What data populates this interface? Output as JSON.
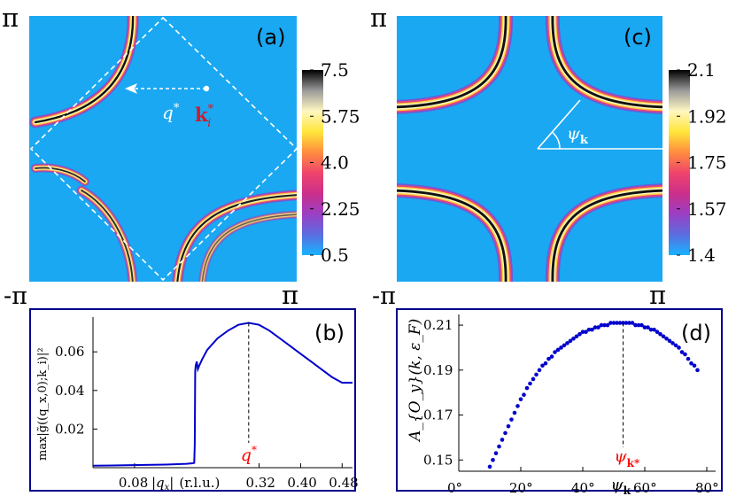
{
  "colors": {
    "map_background": "#1aa8f2",
    "panel_frame": "#00008b",
    "curve": "#0000cd",
    "highlight_red": "#ff0000",
    "colormap": [
      "#15b4ff",
      "#5b6de0",
      "#9b3fc4",
      "#cc2f8a",
      "#f0446c",
      "#ff8d3e",
      "#ffe63a",
      "#fff7c0",
      "#9a9a9a",
      "#000000"
    ]
  },
  "corner_labels": {
    "pi": "π",
    "neg_pi": "-π"
  },
  "chart_data": [
    {
      "panel": "(a)",
      "type": "heatmap",
      "x_range": [
        "-π",
        "π"
      ],
      "y_range": [
        "-π",
        "π"
      ],
      "colorbar": {
        "ticks": [
          "7.5",
          "5.75",
          "4.0",
          "2.25",
          "0.5"
        ],
        "min": 0.5,
        "max": 7.5
      },
      "annotations": {
        "q_label": "q",
        "q_sup": "*",
        "k_label": "k",
        "k_sub": "i",
        "k_sup": "*"
      }
    },
    {
      "panel": "(c)",
      "type": "heatmap",
      "x_range": [
        "-π",
        "π"
      ],
      "y_range": [
        "-π",
        "π"
      ],
      "colorbar": {
        "ticks": [
          "2.1",
          "1.92",
          "1.75",
          "1.57",
          "1.4"
        ],
        "min": 1.4,
        "max": 2.1
      },
      "annotations": {
        "psi_label": "ψ",
        "psi_sub": "k"
      }
    },
    {
      "panel": "(b)",
      "type": "line",
      "xlim": [
        0,
        0.5
      ],
      "ylim": [
        0,
        0.078
      ],
      "x_ticks": [
        0.08,
        0.32,
        0.4,
        0.48
      ],
      "x_tick_labels": [
        "0.08",
        "0.32",
        "0.40",
        "0.48"
      ],
      "y_ticks": [
        0.02,
        0.04,
        0.06
      ],
      "y_tick_labels": [
        "0.02",
        "0.04",
        "0.06"
      ],
      "xlabel_parts": [
        "|q",
        "x",
        "|",
        "(r.l.u.)"
      ],
      "ylabel": "max|g̃((q_x,0);k_i)|²",
      "marker": {
        "x": 0.3,
        "label": "q",
        "sup": "*"
      },
      "x": [
        0.0,
        0.05,
        0.1,
        0.14,
        0.18,
        0.192,
        0.195,
        0.196,
        0.197,
        0.198,
        0.2,
        0.202,
        0.205,
        0.21,
        0.22,
        0.24,
        0.26,
        0.28,
        0.3,
        0.32,
        0.34,
        0.36,
        0.38,
        0.4,
        0.42,
        0.44,
        0.46,
        0.48,
        0.5
      ],
      "y": [
        0.001,
        0.0012,
        0.0014,
        0.0016,
        0.002,
        0.0023,
        0.0025,
        0.012,
        0.05,
        0.053,
        0.055,
        0.051,
        0.053,
        0.056,
        0.061,
        0.067,
        0.071,
        0.074,
        0.075,
        0.074,
        0.071,
        0.067,
        0.063,
        0.059,
        0.055,
        0.051,
        0.047,
        0.044,
        0.044
      ]
    },
    {
      "panel": "(d)",
      "type": "scatter",
      "xlim": [
        0,
        80
      ],
      "ylim": [
        0.145,
        0.212
      ],
      "x_ticks": [
        0,
        20,
        40,
        60,
        80
      ],
      "x_tick_labels": [
        "0°",
        "20°",
        "40°",
        "60°",
        "80°"
      ],
      "y_ticks": [
        0.15,
        0.17,
        0.19,
        0.21
      ],
      "y_tick_labels": [
        "0.15",
        "0.17",
        "0.19",
        "0.21"
      ],
      "ylabel": "A_{O_y}(k, ε_F)",
      "marker": {
        "x": 53,
        "label": "ψ",
        "sub": "k*",
        "axis_label": "ψ",
        "axis_sub": "k"
      },
      "x": [
        10,
        11,
        12,
        13,
        14,
        15,
        16,
        17,
        18,
        19,
        20,
        21,
        22,
        23,
        24,
        25,
        26,
        27,
        28,
        29,
        30,
        31,
        32,
        33,
        34,
        35,
        36,
        37,
        38,
        39,
        40,
        41,
        42,
        43,
        44,
        45,
        46,
        47,
        48,
        49,
        50,
        51,
        52,
        53,
        54,
        55,
        56,
        57,
        58,
        59,
        60,
        61,
        62,
        63,
        64,
        65,
        66,
        67,
        68,
        69,
        70,
        71,
        72,
        73,
        74,
        75,
        76,
        77
      ],
      "y": [
        0.147,
        0.15,
        0.153,
        0.156,
        0.159,
        0.162,
        0.165,
        0.168,
        0.171,
        0.174,
        0.177,
        0.179,
        0.182,
        0.184,
        0.186,
        0.188,
        0.19,
        0.192,
        0.193,
        0.195,
        0.196,
        0.198,
        0.199,
        0.2,
        0.201,
        0.202,
        0.203,
        0.204,
        0.205,
        0.206,
        0.207,
        0.207,
        0.208,
        0.208,
        0.209,
        0.209,
        0.21,
        0.21,
        0.21,
        0.211,
        0.211,
        0.211,
        0.211,
        0.211,
        0.211,
        0.211,
        0.211,
        0.21,
        0.21,
        0.21,
        0.209,
        0.209,
        0.208,
        0.208,
        0.207,
        0.206,
        0.205,
        0.204,
        0.203,
        0.202,
        0.201,
        0.2,
        0.198,
        0.197,
        0.195,
        0.193,
        0.192,
        0.19
      ]
    }
  ]
}
